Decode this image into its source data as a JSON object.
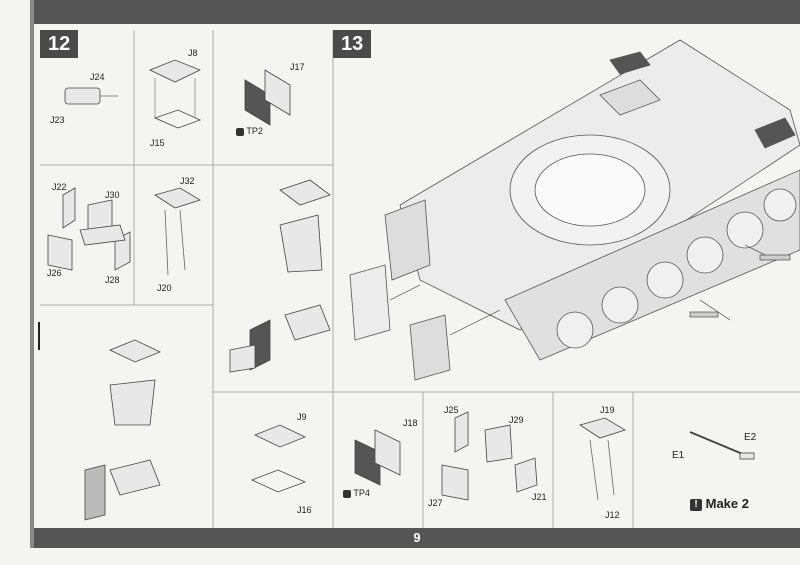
{
  "steps": {
    "step12": "12",
    "step13": "13"
  },
  "page_number": "9",
  "note": {
    "make2": "Make 2"
  },
  "labels": {
    "J24": "J24",
    "J23": "J23",
    "J8": "J8",
    "J15": "J15",
    "J17": "J17",
    "TP2": "TP2",
    "J22": "J22",
    "J30": "J30",
    "J26": "J26",
    "J28": "J28",
    "J32": "J32",
    "J20": "J20",
    "J9": "J9",
    "J16": "J16",
    "J18": "J18",
    "TP4": "TP4",
    "J25": "J25",
    "J29": "J29",
    "J27": "J27",
    "J21": "J21",
    "J19": "J19",
    "J12": "J12",
    "E1": "E1",
    "E2": "E2"
  },
  "icons": {
    "paint": "paint-icon",
    "warning": "warning-icon"
  }
}
